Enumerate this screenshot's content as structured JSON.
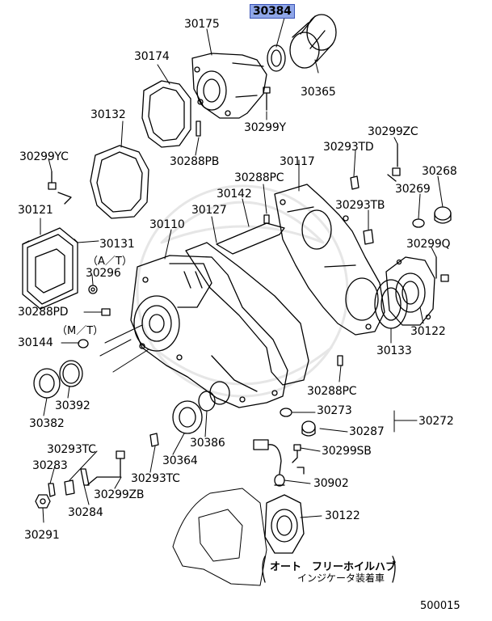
{
  "highlight": {
    "number": "30384",
    "color": "#8fa6e8",
    "border": "#3b55b8"
  },
  "labels": [
    {
      "id": "p30175",
      "text": "30175"
    },
    {
      "id": "p30384",
      "text": "30384"
    },
    {
      "id": "p30174",
      "text": "30174"
    },
    {
      "id": "p30365",
      "text": "30365"
    },
    {
      "id": "p30299Y",
      "text": "30299Y"
    },
    {
      "id": "p30132",
      "text": "30132"
    },
    {
      "id": "p30288PB",
      "text": "30288PB"
    },
    {
      "id": "p30299ZC",
      "text": "30299ZC"
    },
    {
      "id": "p30293TD",
      "text": "30293TD"
    },
    {
      "id": "p30299YC",
      "text": "30299YC"
    },
    {
      "id": "p30117",
      "text": "30117"
    },
    {
      "id": "p30288PC_top",
      "text": "30288PC"
    },
    {
      "id": "p30268",
      "text": "30268"
    },
    {
      "id": "p30142",
      "text": "30142"
    },
    {
      "id": "p30269",
      "text": "30269"
    },
    {
      "id": "p30293TB",
      "text": "30293TB"
    },
    {
      "id": "p30121",
      "text": "30121"
    },
    {
      "id": "p30127",
      "text": "30127"
    },
    {
      "id": "p30110",
      "text": "30110"
    },
    {
      "id": "p30299Q",
      "text": "30299Q"
    },
    {
      "id": "p30131",
      "text": "30131"
    },
    {
      "id": "p30296",
      "text": "30296"
    },
    {
      "id": "p30288PD",
      "text": "30288PD"
    },
    {
      "id": "p30144",
      "text": "30144"
    },
    {
      "id": "p30122_top",
      "text": "30122"
    },
    {
      "id": "p30133",
      "text": "30133"
    },
    {
      "id": "p30288PC_bot",
      "text": "30288PC"
    },
    {
      "id": "p30392",
      "text": "30392"
    },
    {
      "id": "p30382",
      "text": "30382"
    },
    {
      "id": "p30273",
      "text": "30273"
    },
    {
      "id": "p30272",
      "text": "30272"
    },
    {
      "id": "p30287",
      "text": "30287"
    },
    {
      "id": "p30386",
      "text": "30386"
    },
    {
      "id": "p30293TC_l",
      "text": "30293TC"
    },
    {
      "id": "p30299SB",
      "text": "30299SB"
    },
    {
      "id": "p30364",
      "text": "30364"
    },
    {
      "id": "p30283",
      "text": "30283"
    },
    {
      "id": "p30293TC_r",
      "text": "30293TC"
    },
    {
      "id": "p30902",
      "text": "30902"
    },
    {
      "id": "p30299ZB",
      "text": "30299ZB"
    },
    {
      "id": "p30284",
      "text": "30284"
    },
    {
      "id": "p30122_bot",
      "text": "30122"
    },
    {
      "id": "p30291",
      "text": "30291"
    }
  ],
  "notes": {
    "at": "（A／T）",
    "mt": "（M／T）"
  },
  "japanese_note": {
    "line1": "オート　フリーホイルハブ",
    "line2": "インジケータ装着車"
  },
  "diagram_ref": "500015"
}
